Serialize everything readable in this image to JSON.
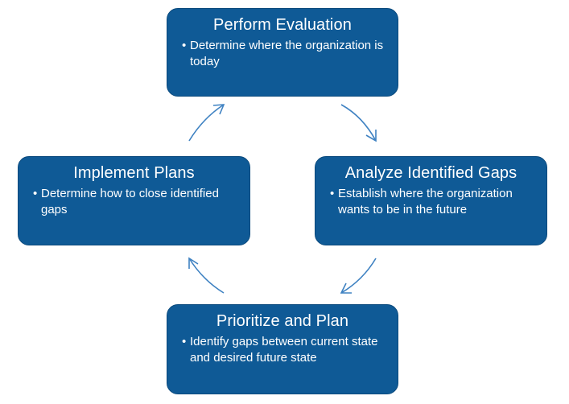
{
  "diagram": {
    "colors": {
      "box_fill": "#0f5a96",
      "box_text": "#ffffff",
      "arrow": "#3f82c2"
    },
    "boxes": {
      "top": {
        "title": "Perform Evaluation",
        "bullet": "Determine where the organization is today"
      },
      "right": {
        "title": "Analyze Identified Gaps",
        "bullet": "Establish where the organization wants to be in the future"
      },
      "bottom": {
        "title": "Prioritize and Plan",
        "bullet": "Identify gaps between current state and desired future state"
      },
      "left": {
        "title": "Implement Plans",
        "bullet": "Determine how to close identified gaps"
      }
    },
    "bullet_char": "•"
  }
}
